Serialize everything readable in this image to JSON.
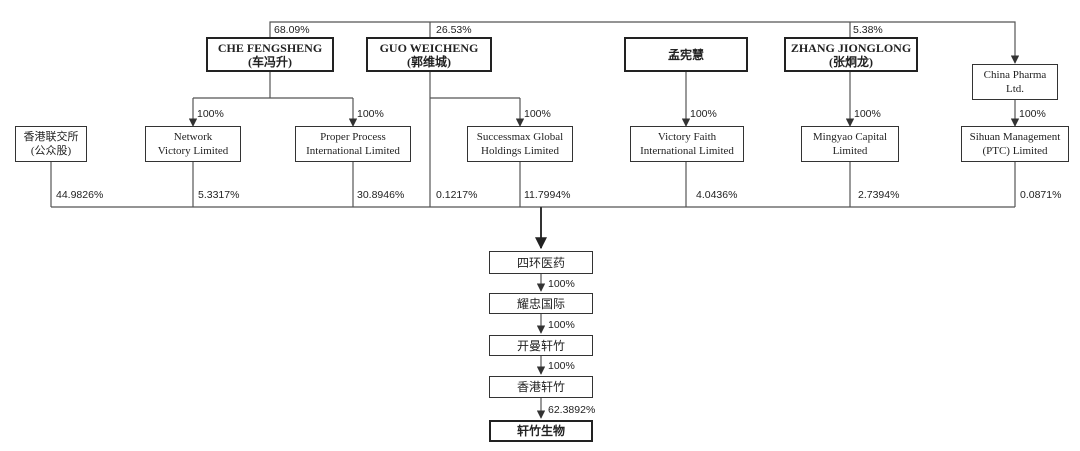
{
  "shareholders": {
    "che": {
      "line1": "CHE FENGSHENG",
      "line2": "(车冯升)"
    },
    "guo": {
      "line1": "GUO WEICHENG",
      "line2": "(郭维城)"
    },
    "meng": {
      "line1": "孟宪慧"
    },
    "zhang": {
      "line1": "ZHANG JIONGLONG",
      "line2": "(张炯龙)"
    },
    "china_pharma": {
      "line1": "China Pharma",
      "line2": "Ltd."
    }
  },
  "entities": {
    "hkex": {
      "line1": "香港联交所",
      "line2": "(公众股)"
    },
    "network": {
      "line1": "Network",
      "line2": "Victory Limited"
    },
    "proper": {
      "line1": "Proper Process",
      "line2": "International Limited"
    },
    "successmax": {
      "line1": "Successmax Global",
      "line2": "Holdings Limited"
    },
    "victory_faith": {
      "line1": "Victory Faith",
      "line2": "International Limited"
    },
    "mingyao": {
      "line1": "Mingyao Capital",
      "line2": "Limited"
    },
    "sihuan_mgmt": {
      "line1": "Sihuan Management",
      "line2": "(PTC) Limited"
    }
  },
  "chain": {
    "sihuan": "四环医药",
    "yaozhong": "耀忠国际",
    "kaiman": "开曼轩竹",
    "hk_xuanzhu": "香港轩竹",
    "xuanzhu_bio": "轩竹生物"
  },
  "percentages": {
    "top_che": "68.09%",
    "top_guo": "26.53%",
    "top_zhang": "5.38%",
    "sub_network": "100%",
    "sub_proper": "100%",
    "sub_successmax": "100%",
    "sub_victory": "100%",
    "sub_mingyao": "100%",
    "sub_china_pharma": "100%",
    "hold_hkex": "44.9826%",
    "hold_network": "5.3317%",
    "hold_proper": "30.8946%",
    "hold_guo": "0.1217%",
    "hold_successmax": "11.7994%",
    "hold_victory": "4.0436%",
    "hold_mingyao": "2.7394%",
    "hold_sihuan_mgmt": "0.0871%",
    "chain_1": "100%",
    "chain_2": "100%",
    "chain_3": "100%",
    "chain_4": "62.3892%"
  }
}
